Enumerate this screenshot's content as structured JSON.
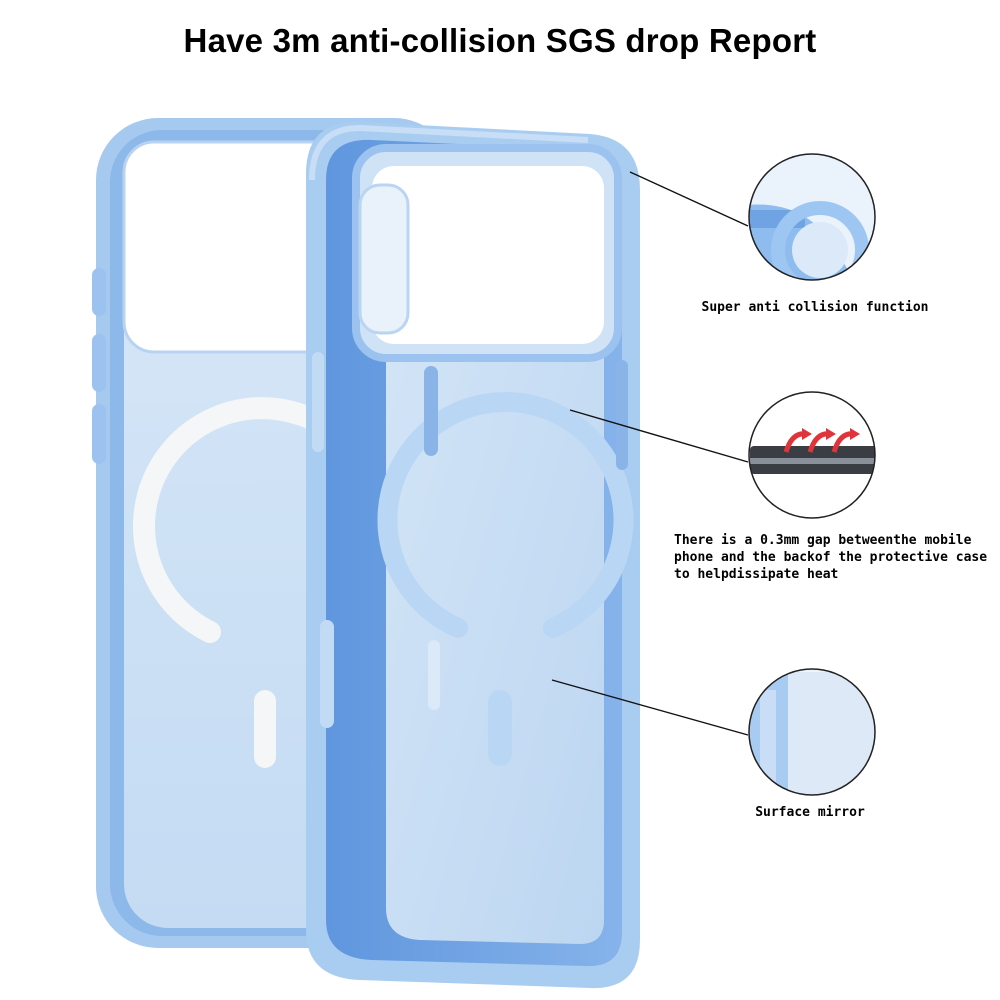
{
  "title": "Have 3m anti-collision SGS drop Report",
  "callouts": [
    {
      "label": "Super anti collision function",
      "icon": "corner-bumper-detail"
    },
    {
      "label_lines": [
        "There is a 0.3mm gap betweenthe mobile",
        "phone and the backof the protective case",
        "to helpdissipate heat"
      ],
      "icon": "heat-dissipation-gap-detail"
    },
    {
      "label": "Surface mirror",
      "icon": "surface-mirror-detail"
    }
  ],
  "colors": {
    "case_blue": "#9cc3ef",
    "case_blue_dark": "#6fa3e3",
    "panel_blue": "#cfe3f6",
    "heat_arrow_red": "#e0343a"
  }
}
